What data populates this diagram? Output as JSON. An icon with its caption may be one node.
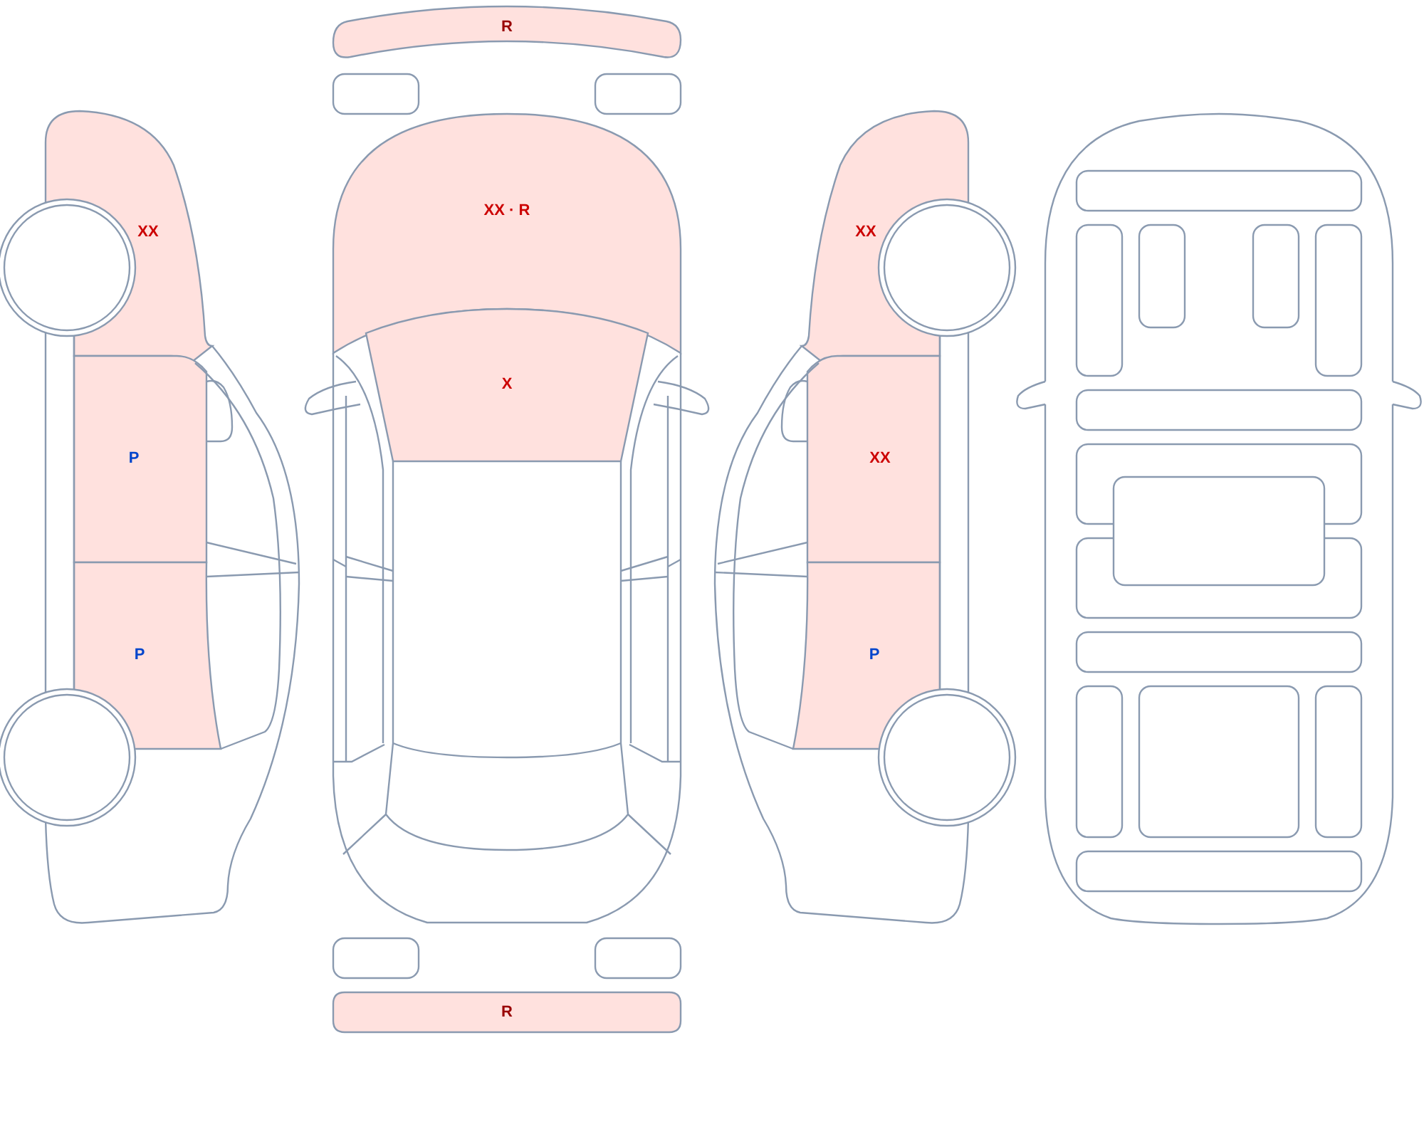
{
  "diagram": {
    "nodes": [
      {
        "text": [
          "R"
        ]
      },
      {
        "text": [
          "XX · R"
        ]
      },
      {
        "text": [
          "XX"
        ]
      },
      {
        "text": [
          "XX"
        ]
      },
      {
        "text": [
          "X"
        ]
      },
      {
        "text": [
          "P"
        ]
      },
      {
        "text": [
          "XX"
        ]
      },
      {
        "text": [
          "P"
        ]
      },
      {
        "text": [
          "P"
        ]
      },
      {
        "text": [
          "R"
        ]
      }
    ]
  }
}
